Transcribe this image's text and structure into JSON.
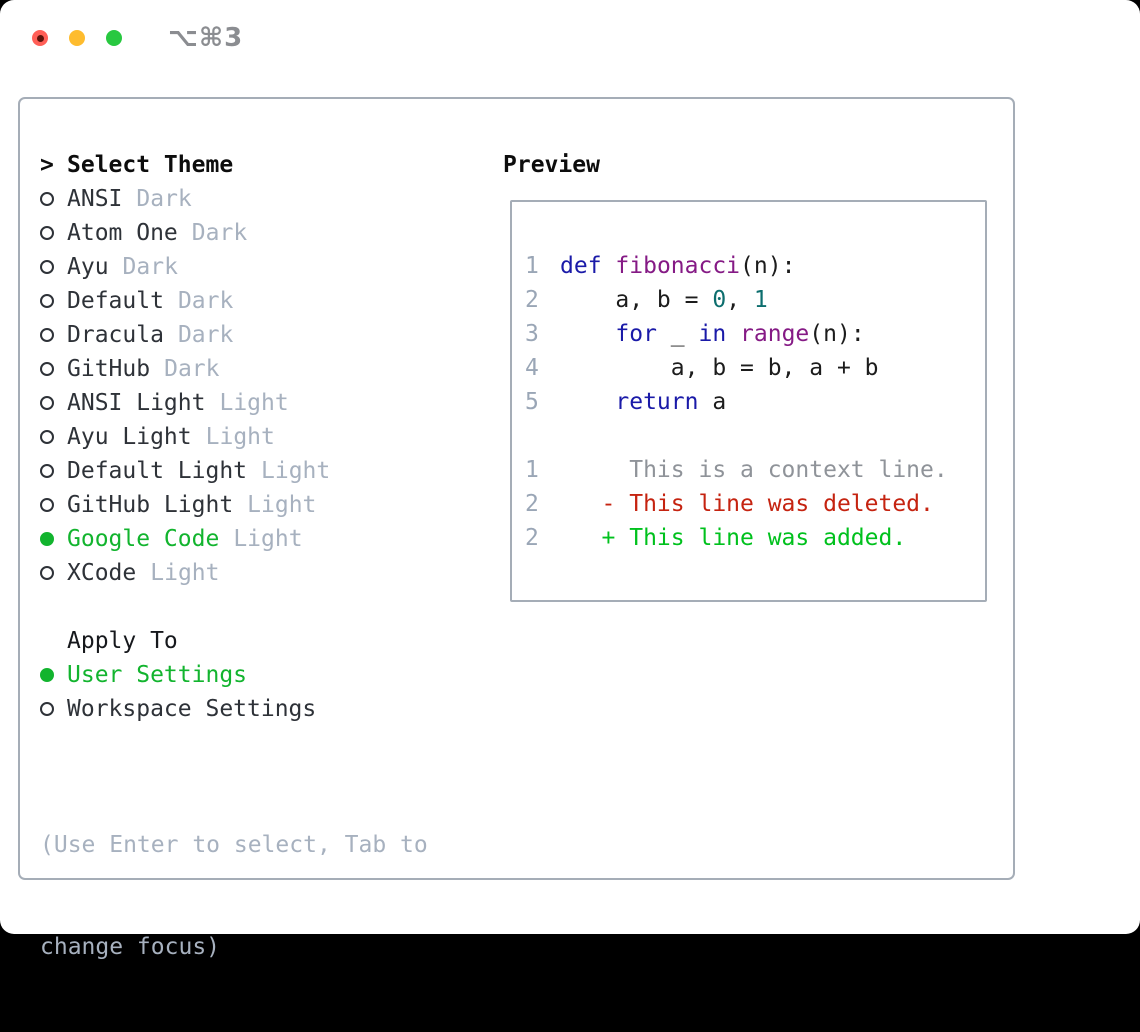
{
  "window": {
    "shortcut": "⌥⌘3"
  },
  "colors": {
    "accent_green": "#12b42e",
    "keyword_blue": "#1a1aa8",
    "function_purple": "#851a85",
    "literal_teal": "#0d6e6e",
    "plain": "#1c1c1c",
    "gutter": "#9aa6b6",
    "context_gray": "#8f9399",
    "deleted_red": "#c52310",
    "added_green": "#00c11d",
    "muted": "#a7b1bf",
    "border": "#a5adb7",
    "text_dark": "#2e3238",
    "traffic_red": "#ff5f57",
    "traffic_yellow": "#febc2e",
    "traffic_green": "#28c840"
  },
  "theme_picker": {
    "prompt": ">",
    "title": "Select Theme",
    "items": [
      {
        "name": "ANSI",
        "variant": "Dark",
        "selected": false
      },
      {
        "name": "Atom One",
        "variant": "Dark",
        "selected": false
      },
      {
        "name": "Ayu",
        "variant": "Dark",
        "selected": false
      },
      {
        "name": "Default",
        "variant": "Dark",
        "selected": false
      },
      {
        "name": "Dracula",
        "variant": "Dark",
        "selected": false
      },
      {
        "name": "GitHub",
        "variant": "Dark",
        "selected": false
      },
      {
        "name": "ANSI Light",
        "variant": "Light",
        "selected": false
      },
      {
        "name": "Ayu Light",
        "variant": "Light",
        "selected": false
      },
      {
        "name": "Default Light",
        "variant": "Light",
        "selected": false
      },
      {
        "name": "GitHub Light",
        "variant": "Light",
        "selected": false
      },
      {
        "name": "Google Code",
        "variant": "Light",
        "selected": true
      },
      {
        "name": "XCode",
        "variant": "Light",
        "selected": false
      }
    ],
    "apply_to": {
      "title": "Apply To",
      "options": [
        {
          "label": "User Settings",
          "selected": true
        },
        {
          "label": "Workspace Settings",
          "selected": false
        }
      ]
    },
    "hint_line1": "(Use Enter to select, Tab to",
    "hint_line2": "change focus)"
  },
  "preview": {
    "title": "Preview",
    "code_lines": [
      {
        "num": "1",
        "kind": "code",
        "segments": [
          {
            "t": "def",
            "c": "kw"
          },
          {
            "t": " ",
            "c": "pl"
          },
          {
            "t": "fibonacci",
            "c": "fn"
          },
          {
            "t": "(n):",
            "c": "pl"
          }
        ]
      },
      {
        "num": "2",
        "kind": "code",
        "segments": [
          {
            "t": "    a, b = ",
            "c": "pl"
          },
          {
            "t": "0",
            "c": "lit"
          },
          {
            "t": ", ",
            "c": "pl"
          },
          {
            "t": "1",
            "c": "lit"
          }
        ]
      },
      {
        "num": "3",
        "kind": "code",
        "segments": [
          {
            "t": "    ",
            "c": "pl"
          },
          {
            "t": "for",
            "c": "kw"
          },
          {
            "t": " _ ",
            "c": "pl"
          },
          {
            "t": "in",
            "c": "kw"
          },
          {
            "t": " ",
            "c": "pl"
          },
          {
            "t": "range",
            "c": "fn"
          },
          {
            "t": "(n):",
            "c": "pl"
          }
        ]
      },
      {
        "num": "4",
        "kind": "code",
        "segments": [
          {
            "t": "        a, b = b, a + b",
            "c": "pl"
          }
        ]
      },
      {
        "num": "5",
        "kind": "code",
        "segments": [
          {
            "t": "    ",
            "c": "pl"
          },
          {
            "t": "return",
            "c": "kw"
          },
          {
            "t": " a",
            "c": "pl"
          }
        ]
      },
      {
        "num": "",
        "kind": "blank",
        "segments": []
      },
      {
        "num": "1",
        "kind": "diff-context",
        "segments": [
          {
            "t": "     This is a context line.",
            "c": "ctx"
          }
        ]
      },
      {
        "num": "2",
        "kind": "diff-deleted",
        "segments": [
          {
            "t": "   - This line was deleted.",
            "c": "del"
          }
        ]
      },
      {
        "num": "2",
        "kind": "diff-added",
        "segments": [
          {
            "t": "   + This line was added.",
            "c": "add"
          }
        ]
      }
    ]
  }
}
